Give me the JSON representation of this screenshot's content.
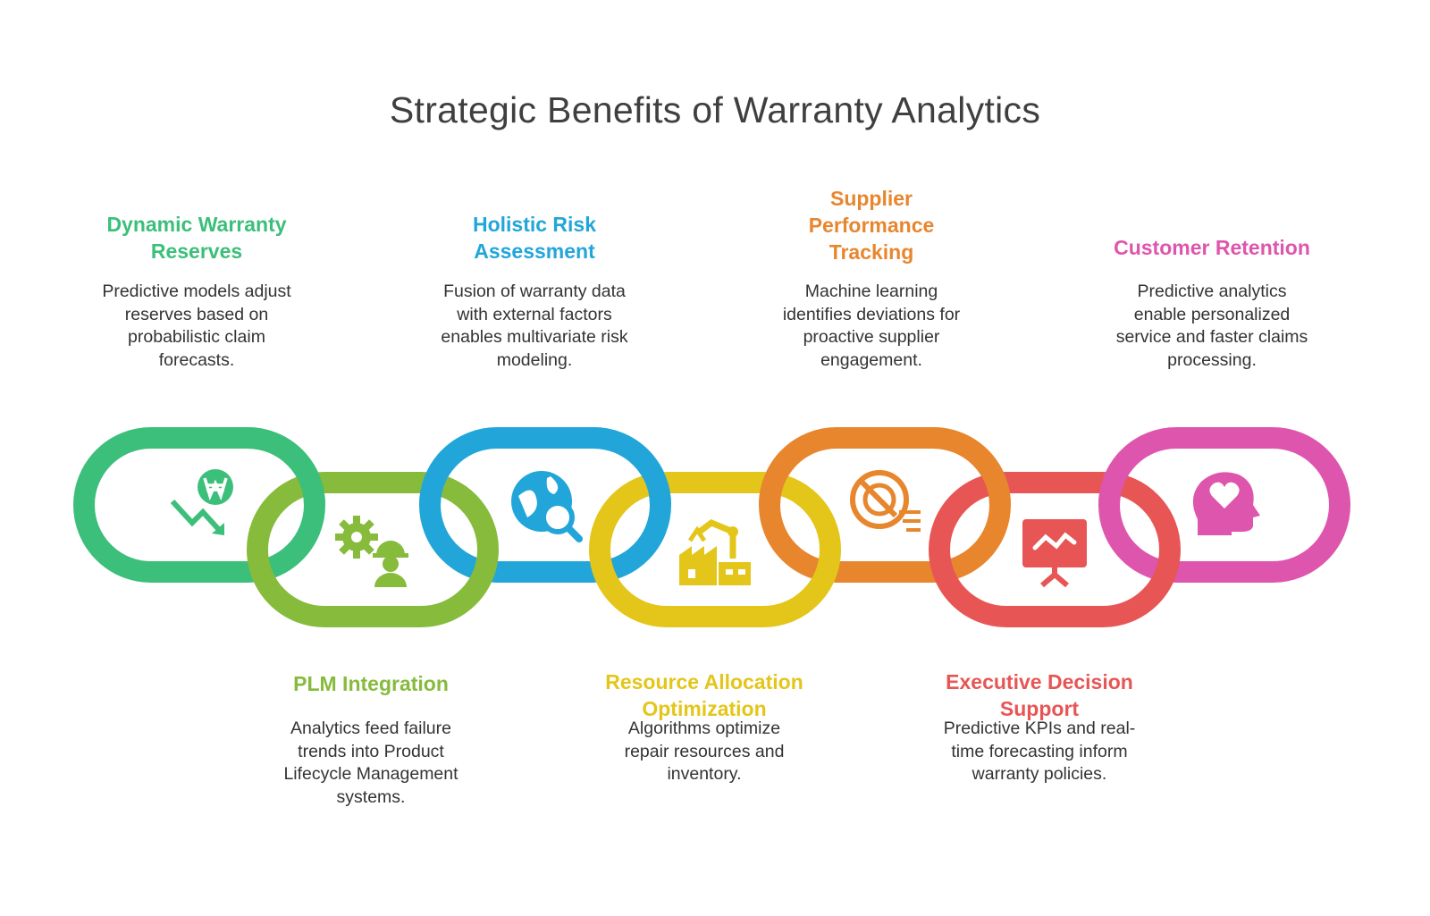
{
  "title": "Strategic Benefits of Warranty Analytics",
  "items": [
    {
      "heading": "Dynamic Warranty\nReserves",
      "description": "Predictive models adjust\nreserves based on\nprobabilistic claim\nforecasts.",
      "color": "#3bbf7a",
      "icon": "won-trend-down-icon"
    },
    {
      "heading": "PLM Integration",
      "description": "Analytics feed failure\ntrends into Product\nLifecycle Management\nsystems.",
      "color": "#86bb3c",
      "icon": "gear-engineer-icon"
    },
    {
      "heading": "Holistic Risk\nAssessment",
      "description": "Fusion of warranty data\nwith external factors\nenables multivariate risk\nmodeling.",
      "color": "#22a6d9",
      "icon": "globe-search-icon"
    },
    {
      "heading": "Resource Allocation\nOptimization",
      "description": "Algorithms optimize\nrepair resources and\ninventory.",
      "color": "#e3c619",
      "icon": "robot-arm-factory-icon"
    },
    {
      "heading": "Supplier\nPerformance\nTracking",
      "description": "Machine learning\nidentifies deviations for\nproactive supplier\nengagement.",
      "color": "#e8862e",
      "icon": "tracking-radar-icon"
    },
    {
      "heading": "Executive Decision\nSupport",
      "description": "Predictive KPIs and real-\ntime forecasting inform\nwarranty policies.",
      "color": "#e85555",
      "icon": "presentation-board-icon"
    },
    {
      "heading": "Customer Retention",
      "description": "Predictive analytics\nenable personalized\nservice and faster claims\nprocessing.",
      "color": "#de55ad",
      "icon": "head-heart-icon"
    }
  ]
}
